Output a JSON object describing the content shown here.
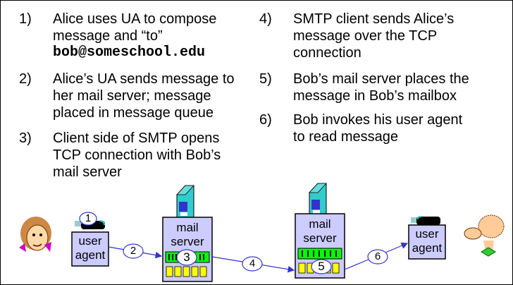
{
  "steps_left": [
    {
      "num": "1)",
      "lines": [
        "Alice uses UA to compose",
        "message and “to”"
      ],
      "email": "bob@someschool.edu"
    },
    {
      "num": "2)",
      "lines": [
        "Alice’s UA sends message to",
        "her mail server; message",
        "placed in message queue"
      ]
    },
    {
      "num": "3)",
      "lines": [
        "Client side of SMTP opens",
        "TCP connection with Bob’s",
        "mail server"
      ]
    }
  ],
  "steps_right": [
    {
      "num": "4)",
      "lines": [
        "SMTP client sends Alice’s",
        "message over the TCP",
        "connection"
      ]
    },
    {
      "num": "5)",
      "lines": [
        "Bob’s mail server places the",
        "message in Bob’s mailbox"
      ]
    },
    {
      "num": "6)",
      "lines": [
        "Bob invokes his user agent",
        "to read message"
      ]
    }
  ],
  "diagram": {
    "alice_ua": {
      "line1": "user",
      "line2": "agent"
    },
    "alice_server": {
      "line1": "mail",
      "line2": "server"
    },
    "bob_server": {
      "line1": "mail",
      "line2": "server"
    },
    "bob_ua": {
      "line1": "user",
      "line2": "agent"
    },
    "markers": [
      "1",
      "2",
      "3",
      "4",
      "5",
      "6"
    ],
    "colors": {
      "box_fill": "#ccccff",
      "queue_green": "#00ff00",
      "mailbox_yellow": "#ffff00",
      "arrow": "#3333cc",
      "tower": "#33cccc"
    }
  }
}
